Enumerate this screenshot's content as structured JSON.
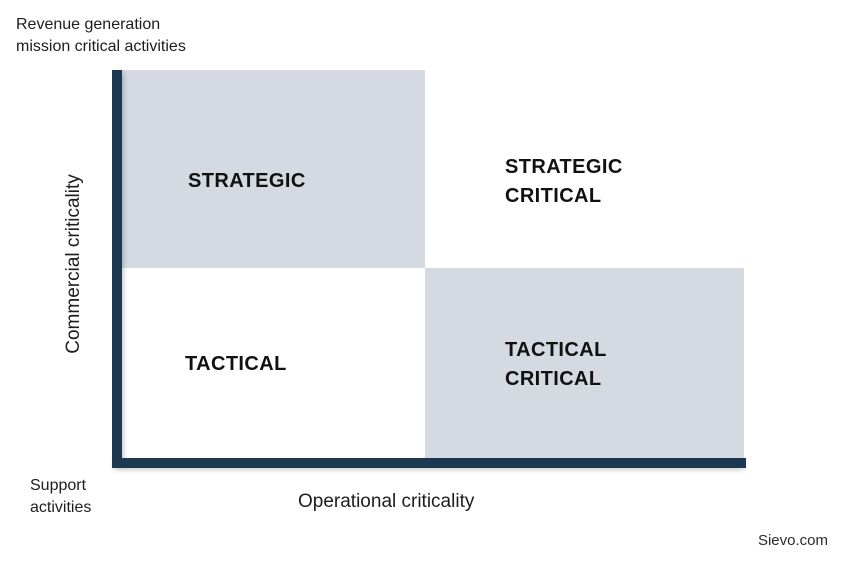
{
  "chart_data": {
    "type": "matrix",
    "title": "",
    "xlabel": "Operational criticality",
    "ylabel": "Commercial criticality",
    "x_axis_high_note": "",
    "y_axis_high_note": "Revenue generation\nmission critical activities",
    "y_axis_low_note": "Support\nactivities",
    "grid": false,
    "legend": "none",
    "quadrants": [
      {
        "id": "strategic",
        "label": "STRATEGIC",
        "x_level": "low",
        "y_level": "high",
        "fill": "#d5dae2",
        "text_color": "#111111"
      },
      {
        "id": "strategic-critical",
        "label": "STRATEGIC\nCRITICAL",
        "x_level": "high",
        "y_level": "high",
        "fill": "#ffffff",
        "text_color": "#111111"
      },
      {
        "id": "tactical",
        "label": "TACTICAL",
        "x_level": "low",
        "y_level": "low",
        "fill": "#ffffff",
        "text_color": "#111111"
      },
      {
        "id": "tactical-critical",
        "label": "TACTICAL\nCRITICAL",
        "x_level": "high",
        "y_level": "low",
        "fill": "#d5dae2",
        "text_color": "#111111"
      }
    ]
  },
  "colors": {
    "axis": "#1e3851",
    "quadrant_fill": "#d5dae2",
    "background": "#ffffff",
    "text": "#1d1d1d"
  },
  "annotations": {
    "top_left_note": "Revenue generation\nmission critical activities",
    "bottom_left_note": "Support\nactivities"
  },
  "axes": {
    "x_title": "Operational criticality",
    "y_title": "Commercial criticality"
  },
  "footer": {
    "watermark": "Sievo.com"
  }
}
